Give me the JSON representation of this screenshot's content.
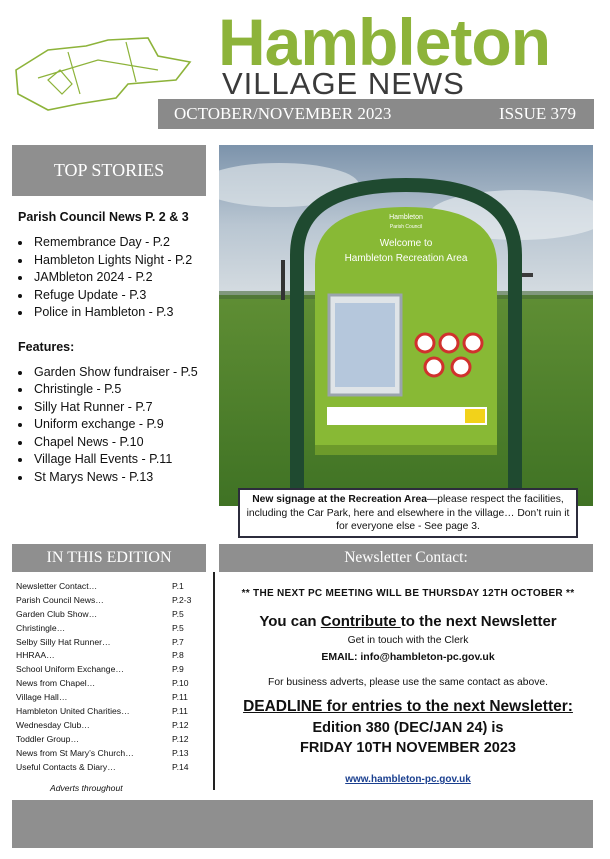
{
  "header": {
    "title": "Hambleton",
    "subtitle": "VILLAGE NEWS",
    "issue_date": "OCTOBER/NOVEMBER 2023",
    "issue_number": "ISSUE 379"
  },
  "top_stories": {
    "heading": "TOP STORIES",
    "parish_heading": "Parish Council News P. 2 & 3",
    "parish_items": [
      "Remembrance Day - P.2",
      "Hambleton Lights Night - P.2",
      "JAMbleton 2024 - P.2",
      "Refuge Update - P.3",
      "Police in Hambleton - P.3"
    ],
    "features_heading": "Features:",
    "features_items": [
      "Garden Show fundraiser - P.5",
      "Christingle - P.5",
      "Silly Hat Runner - P.7",
      "Uniform exchange  - P.9",
      "Chapel News - P.10",
      "Village Hall Events - P.11",
      "St Marys News - P.13"
    ]
  },
  "photo": {
    "sign_org": "Hambleton",
    "sign_org2": "Parish Council",
    "sign_title1": "Welcome to",
    "sign_title2": "Hambleton Recreation Area",
    "caption_bold": "New signage at the Recreation Area",
    "caption_rest": "—please respect the facilities, including the Car Park, here and elsewhere in the village… Don’t ruin it for everyone else - See page 3."
  },
  "edition": {
    "heading": "IN THIS EDITION",
    "items": [
      {
        "title": "Newsletter Contact…",
        "page": "P.1"
      },
      {
        "title": "Parish Council News…",
        "page": "P.2-3"
      },
      {
        "title": "Garden Club Show…",
        "page": "P.5"
      },
      {
        "title": "Christingle…",
        "page": "P.5"
      },
      {
        "title": "Selby Silly Hat Runner…",
        "page": "P.7"
      },
      {
        "title": "HHRAA…",
        "page": "P.8"
      },
      {
        "title": "School Uniform Exchange…",
        "page": "P.9"
      },
      {
        "title": "News from Chapel…",
        "page": "P.10"
      },
      {
        "title": "Village Hall…",
        "page": "P.11"
      },
      {
        "title": "Hambleton United Charities…",
        "page": "P.11"
      },
      {
        "title": "Wednesday Club…",
        "page": "P.12"
      },
      {
        "title": "Toddler Group…",
        "page": "P.12"
      },
      {
        "title": "News from St Mary’s Church…",
        "page": "P.13"
      },
      {
        "title": "Useful Contacts & Diary…",
        "page": "P.14"
      }
    ],
    "adverts_note": "Adverts throughout"
  },
  "contact": {
    "heading": "Newsletter Contact:",
    "meeting": "** THE NEXT PC MEETING WILL BE THURSDAY 12TH OCTOBER **",
    "contribute_pre": "You can ",
    "contribute_underlined": "Contribute ",
    "contribute_post": "to the next Newsletter",
    "clerk": "Get in touch with the Clerk",
    "email": "EMAIL: info@hambleton-pc.gov.uk",
    "ads": "For business adverts, please use the same contact as above.",
    "deadline": "DEADLINE for entries to the next Newsletter:",
    "edition_line": "Edition 380 (DEC/JAN 24) is",
    "friday_line": "FRIDAY 10TH NOVEMBER 2023",
    "website": "www.hambleton-pc.gov.uk"
  },
  "colors": {
    "brand_green": "#8db33a",
    "heading_gray": "#8f8f8f",
    "link_blue": "#1a3f8f"
  }
}
